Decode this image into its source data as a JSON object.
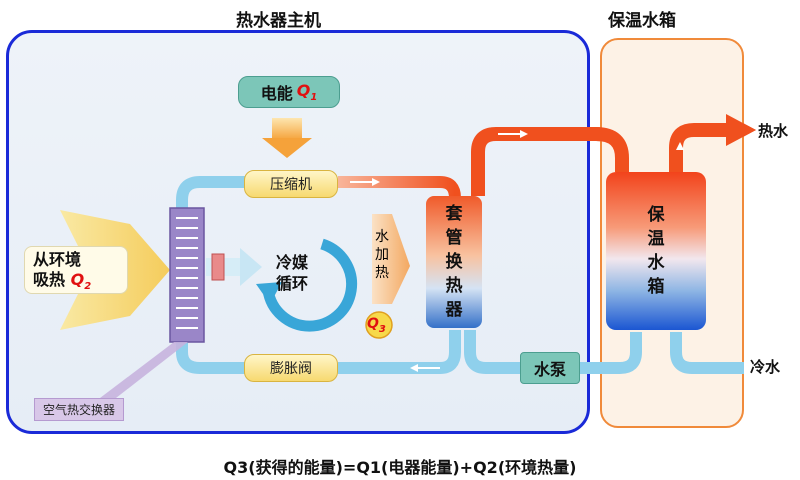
{
  "titles": {
    "host": "热水器主机",
    "tank": "保温水箱"
  },
  "power": {
    "label": "电能",
    "q": "Q",
    "sub": "1"
  },
  "environment": {
    "line1": "从环境",
    "line2": "吸热",
    "q": "Q",
    "sub": "2"
  },
  "components": {
    "compressor": "压缩机",
    "expansion_valve": "膨胀阀",
    "refrigerant_cycle": [
      "冷媒",
      "循环"
    ],
    "water_heating": [
      "水",
      "加",
      "热"
    ],
    "q3": "Q",
    "q3_sub": "3",
    "heat_exchanger": [
      "套",
      "管",
      "换",
      "热",
      "器"
    ],
    "tank_inner": [
      "保",
      "温",
      "水",
      "箱"
    ],
    "pump": "水泵",
    "air_exchanger": "空气热交换器"
  },
  "outputs": {
    "hot_water": "热水",
    "cold_water": "冷水"
  },
  "formula": "Q3(获得的能量)=Q1(电器能量)+Q2(环境热量)",
  "colors": {
    "host_border": "#1a2ad8",
    "tank_border": "#f08a3a",
    "hot_pipe": "#f0501e",
    "cold_pipe": "#7fc3e6",
    "q_red": "#e01010"
  }
}
